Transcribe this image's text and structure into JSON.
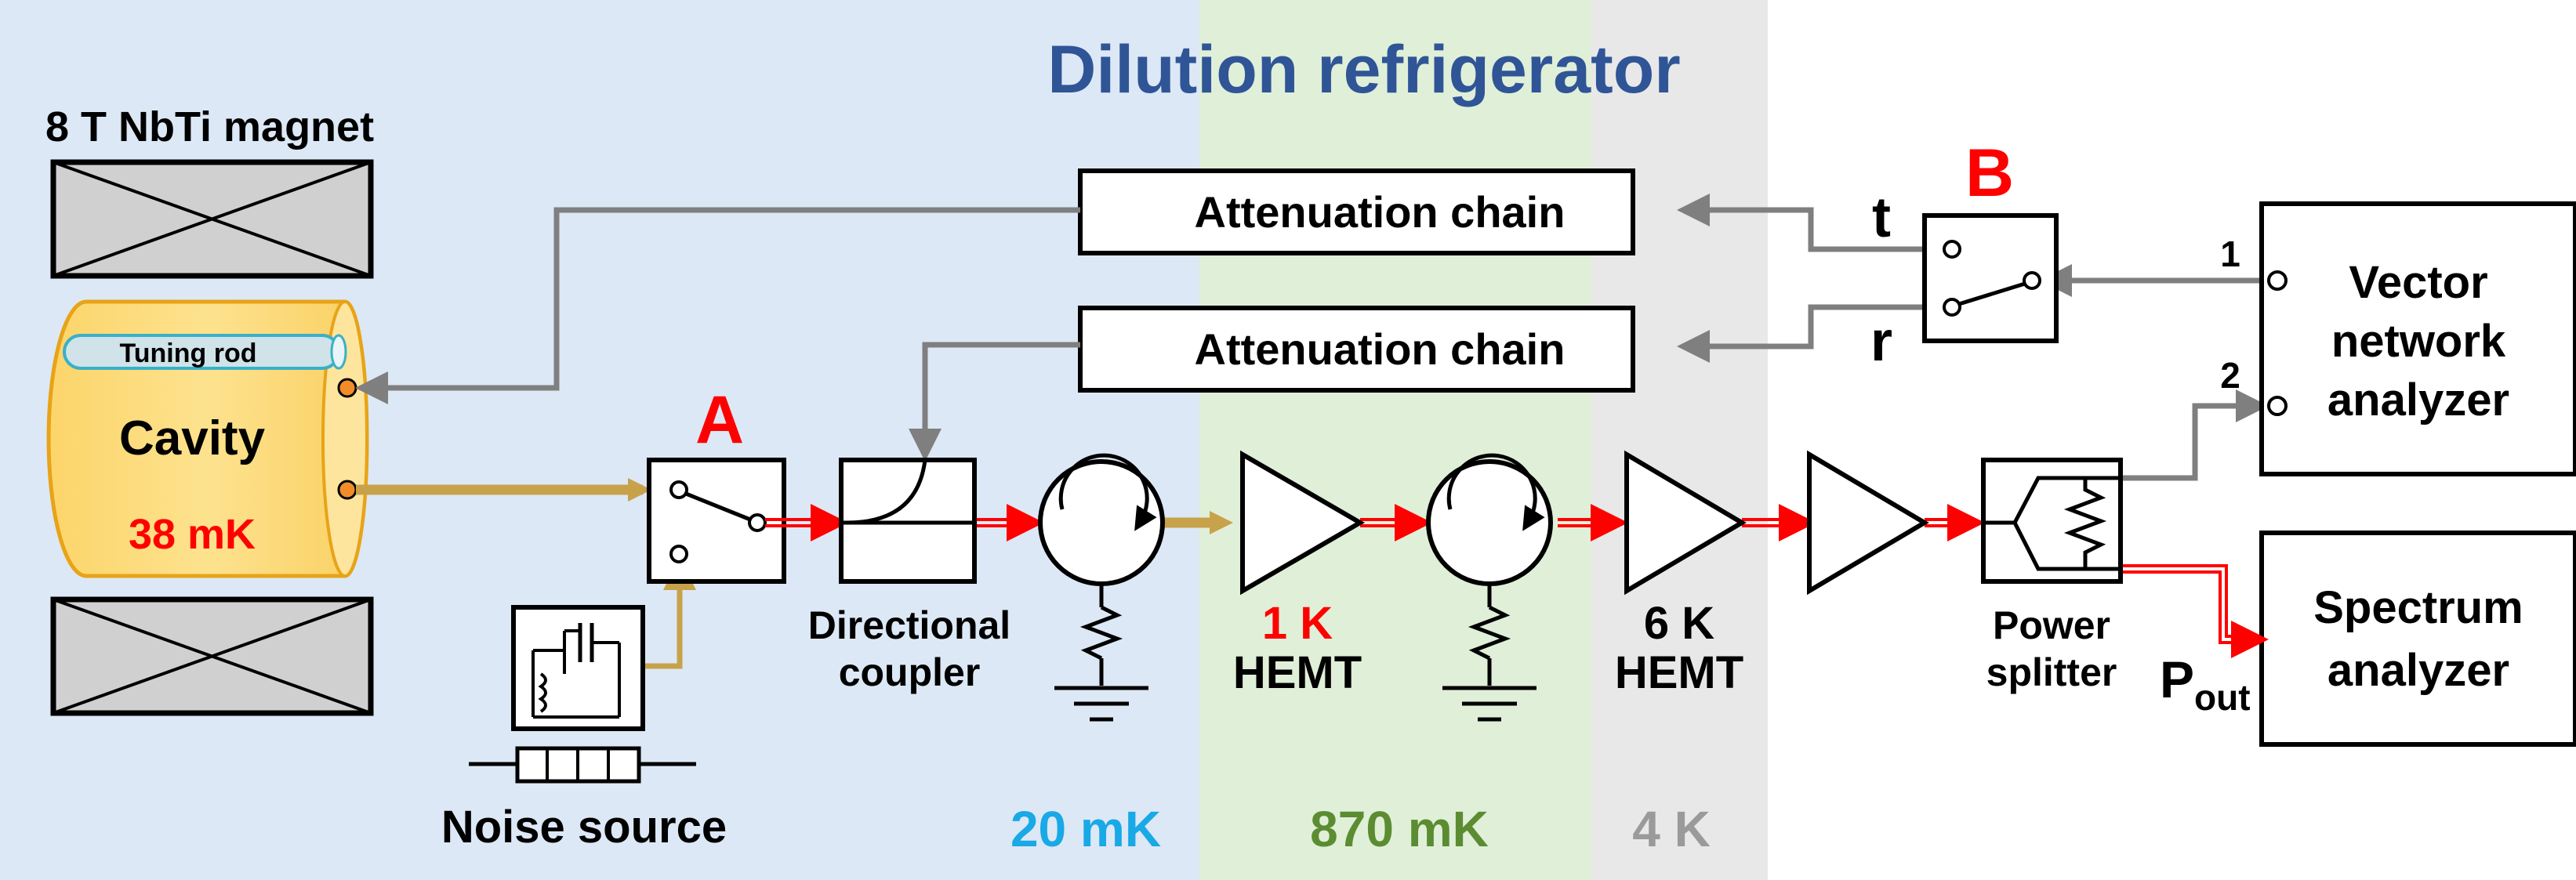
{
  "title": "Dilution refrigerator",
  "magnet": {
    "label": "8 T NbTi magnet"
  },
  "cavity": {
    "label": "Cavity",
    "rod_label": "Tuning rod",
    "temperature": "38 mK"
  },
  "switch_a": {
    "label": "A"
  },
  "switch_b": {
    "label": "B",
    "port_t": "t",
    "port_r": "r"
  },
  "attenuation_top": {
    "label": "Attenuation chain"
  },
  "attenuation_bottom": {
    "label": "Attenuation chain"
  },
  "coupler": {
    "line1": "Directional",
    "line2": "coupler"
  },
  "hemt_1k": {
    "temp": "1 K",
    "name": "HEMT"
  },
  "hemt_6k": {
    "temp": "6 K",
    "name": "HEMT"
  },
  "splitter": {
    "line1": "Power",
    "line2": "splitter"
  },
  "pout": {
    "main": "P",
    "sub": "out"
  },
  "noise_source": {
    "label": "Noise source"
  },
  "vna": {
    "line1": "Vector",
    "line2": "network",
    "line3": "analyzer",
    "port1": "1",
    "port2": "2"
  },
  "spectrum": {
    "line1": "Spectrum",
    "line2": "analyzer"
  },
  "stages": [
    {
      "label": "20 mK",
      "color": "#19a9e6"
    },
    {
      "label": "870 mK",
      "color": "#5b8c32"
    },
    {
      "label": "4 K",
      "color": "#9a9a9a"
    }
  ],
  "colors": {
    "title": "#2f5597",
    "label_red": "#ff0000",
    "zone_blue": "#dce8f5",
    "zone_green": "#e0efd8",
    "zone_gray": "#e8e8e8",
    "cavity_fill": "#fcd96a",
    "gold_line": "#c8a24a",
    "gray_line": "#7f7f7f",
    "red_line": "#ff0000"
  }
}
